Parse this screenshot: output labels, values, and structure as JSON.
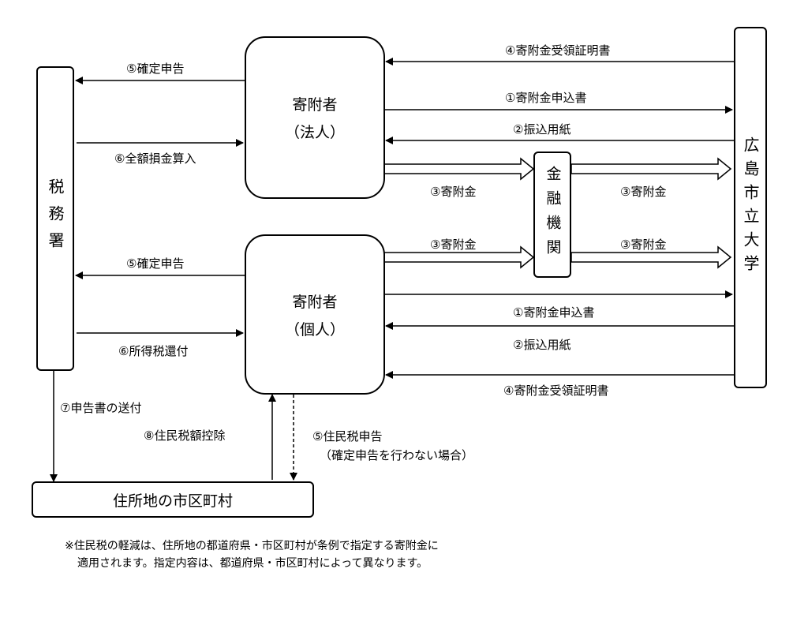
{
  "nodes": {
    "tax_office": "税務署",
    "corporate_donor": {
      "name": "寄附者",
      "sub": "（法人）"
    },
    "individual_donor": {
      "name": "寄附者",
      "sub": "（個人）"
    },
    "bank": "金融機関",
    "university": "広島市立大学",
    "municipality": "住所地の市区町村"
  },
  "edges": {
    "corp_tax_return": "⑤確定申告",
    "corp_full_deduction": "⑥全額損金算入",
    "corp_receipt": "④寄附金受領証明書",
    "corp_application": "①寄附金申込書",
    "corp_transfer_form": "②振込用紙",
    "corp_donation_to_bank": "③寄附金",
    "corp_donation_to_univ": "③寄附金",
    "ind_donation_to_bank": "③寄附金",
    "ind_donation_to_univ": "③寄附金",
    "ind_tax_return": "⑤確定申告",
    "ind_tax_refund": "⑥所得税還付",
    "ind_application": "①寄附金申込書",
    "ind_transfer_form": "②振込用紙",
    "ind_receipt": "④寄附金受領証明書",
    "send_return": "⑦申告書の送付",
    "resident_tax_credit": "⑧住民税額控除",
    "resident_tax_return": "⑤住民税申告",
    "resident_tax_return_note": "（確定申告を行わない場合）"
  },
  "notes": [
    "※住民税の軽減は、住所地の都道府県・市区町村が条例で指定する寄附金に",
    "適用されます。指定内容は、都道府県・市区町村によって異なります。"
  ]
}
